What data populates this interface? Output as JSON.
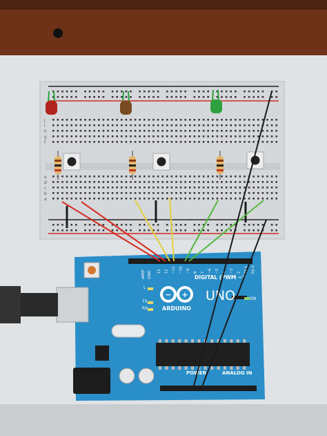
{
  "photo": {
    "subject": "photo of a monitor showing an Arduino breadboard circuit diagram",
    "colors": {
      "bezel": "#7a3a1e",
      "screen": "#e9ecef",
      "breadboard": "#d8dbde",
      "board": "#2a8fc9",
      "wire_red": "#d8281f",
      "wire_yellow": "#e6cf3c",
      "wire_green": "#52b83c",
      "wire_black": "#1a1a1a",
      "led_red": "#b3241e",
      "led_brown": "#7a4a22",
      "led_green": "#2fa040"
    },
    "breadboard": {
      "row_letters": [
        "j",
        "i",
        "h",
        "g",
        "f",
        "e",
        "d",
        "c",
        "b",
        "a"
      ]
    },
    "arduino": {
      "logo": "ARDUINO",
      "model": "UNO",
      "digital_label": "DIGITAL (PWM ~)",
      "power_label": "POWER",
      "analog_label": "ANALOG IN",
      "aref": "AREF",
      "gnd": "GND",
      "on_label": "ON",
      "tx": "TX",
      "rx": "RX",
      "l_label": "L",
      "pin_numbers": [
        "13",
        "12",
        "~11",
        "~10",
        "~9",
        "8",
        "7",
        "~6",
        "~5",
        "4",
        "~3",
        "2",
        "TX 1",
        "RX 0"
      ]
    }
  }
}
